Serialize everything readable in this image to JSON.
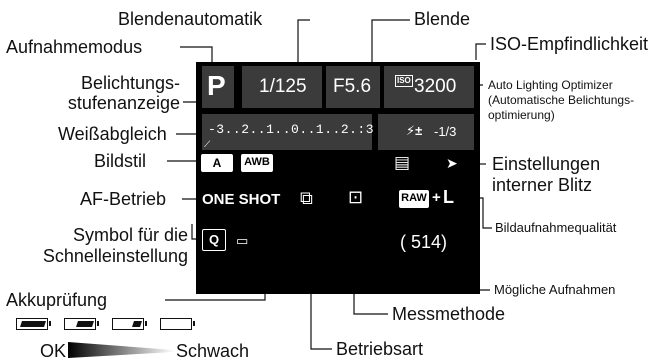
{
  "labels": {
    "blendenautomatik": "Blendenautomatik",
    "blende": "Blende",
    "aufnahmemodus": "Aufnahmemodus",
    "iso": "ISO-Empfindlichkeit",
    "belichtung1": "Belichtungs-",
    "belichtung2": "stufenanzeige",
    "alo1": "Auto Lighting Optimizer",
    "alo2": "(Automatische Belichtungs-",
    "alo3": "optimierung)",
    "weissabgleich": "Weißabgleich",
    "bildstil": "Bildstil",
    "blitz1": "Einstellungen",
    "blitz2": "interner Blitz",
    "af": "AF-Betrieb",
    "quality": "Bildaufnahmequalität",
    "q1": "Symbol für die",
    "q2": "Schnelleinstellung",
    "possible": "Mögliche Aufnahmen",
    "akku": "Akkuprüfung",
    "mess": "Messmethode",
    "ok": "OK",
    "schwach": "Schwach",
    "betrieb": "Betriebsart"
  },
  "screen": {
    "mode": "P",
    "shutter": "1/125",
    "aperture": "F5.6",
    "iso_badge": "ISO",
    "iso_value": "3200",
    "scale": "-3..2..1..0..1..2.:3",
    "flash_comp": "-1/3",
    "wb": "AWB",
    "picture_style": "A",
    "af_mode": "ONE SHOT",
    "q_icon": "Q",
    "raw": "RAW",
    "size": "L",
    "shots": "( 514)"
  },
  "battery_levels": [
    1.0,
    0.66,
    0.33,
    0.0
  ]
}
